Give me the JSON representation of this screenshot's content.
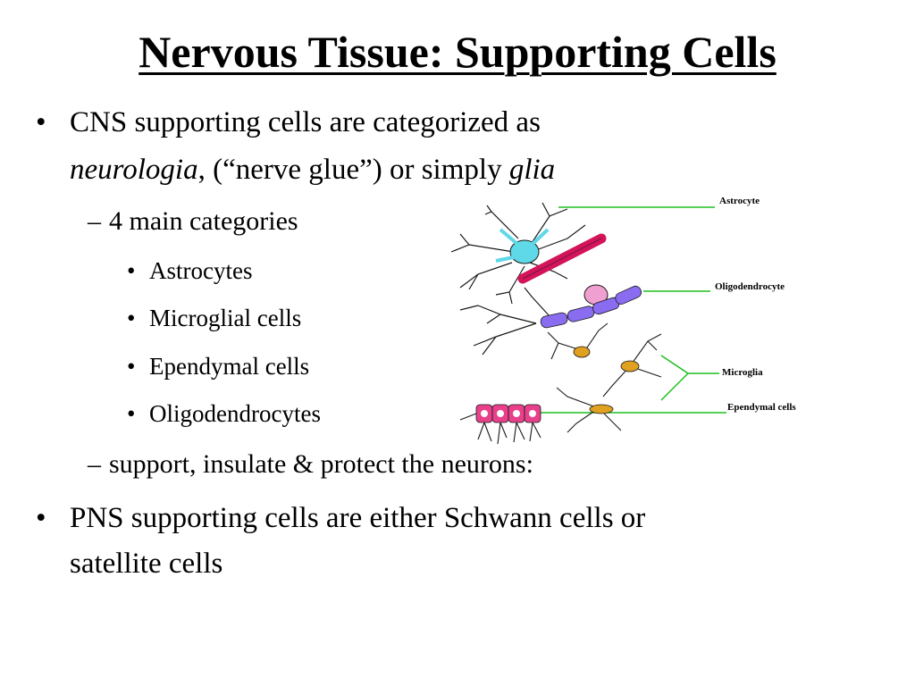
{
  "slide": {
    "title": "Nervous Tissue: Supporting Cells",
    "bullets": {
      "b1_line1": "CNS supporting cells are categorized as",
      "b1_line2_italic1": "neurologia",
      "b1_line2_rest": ", (“nerve glue”) or simply ",
      "b1_line2_italic2": "glia",
      "sub1": "4 main categories",
      "cat1": "Astrocytes",
      "cat2": "Microglial cells",
      "cat3": "Ependymal cells",
      "cat4": "Oligodendrocytes",
      "sub2": "support, insulate & protect the neurons:",
      "b2_line1": "PNS supporting cells are either Schwann cells or",
      "b2_line2": "satellite cells"
    },
    "symbols": {
      "bullet": "•",
      "dash": "–"
    }
  },
  "diagram": {
    "labels": {
      "astrocyte": "Astrocyte",
      "oligodendrocyte": "Oligodendrocyte",
      "microglia": "Microglia",
      "ependymal": "Ependymal cells"
    },
    "colors": {
      "leader_line": "#1fbf1f",
      "astrocyte": "#5fd8e8",
      "capillary": "#d4145a",
      "oligodendrocyte_body": "#f0a0d0",
      "myelin": "#8a6cf0",
      "microglia": "#e0a020",
      "ependymal": "#e8408a"
    }
  }
}
